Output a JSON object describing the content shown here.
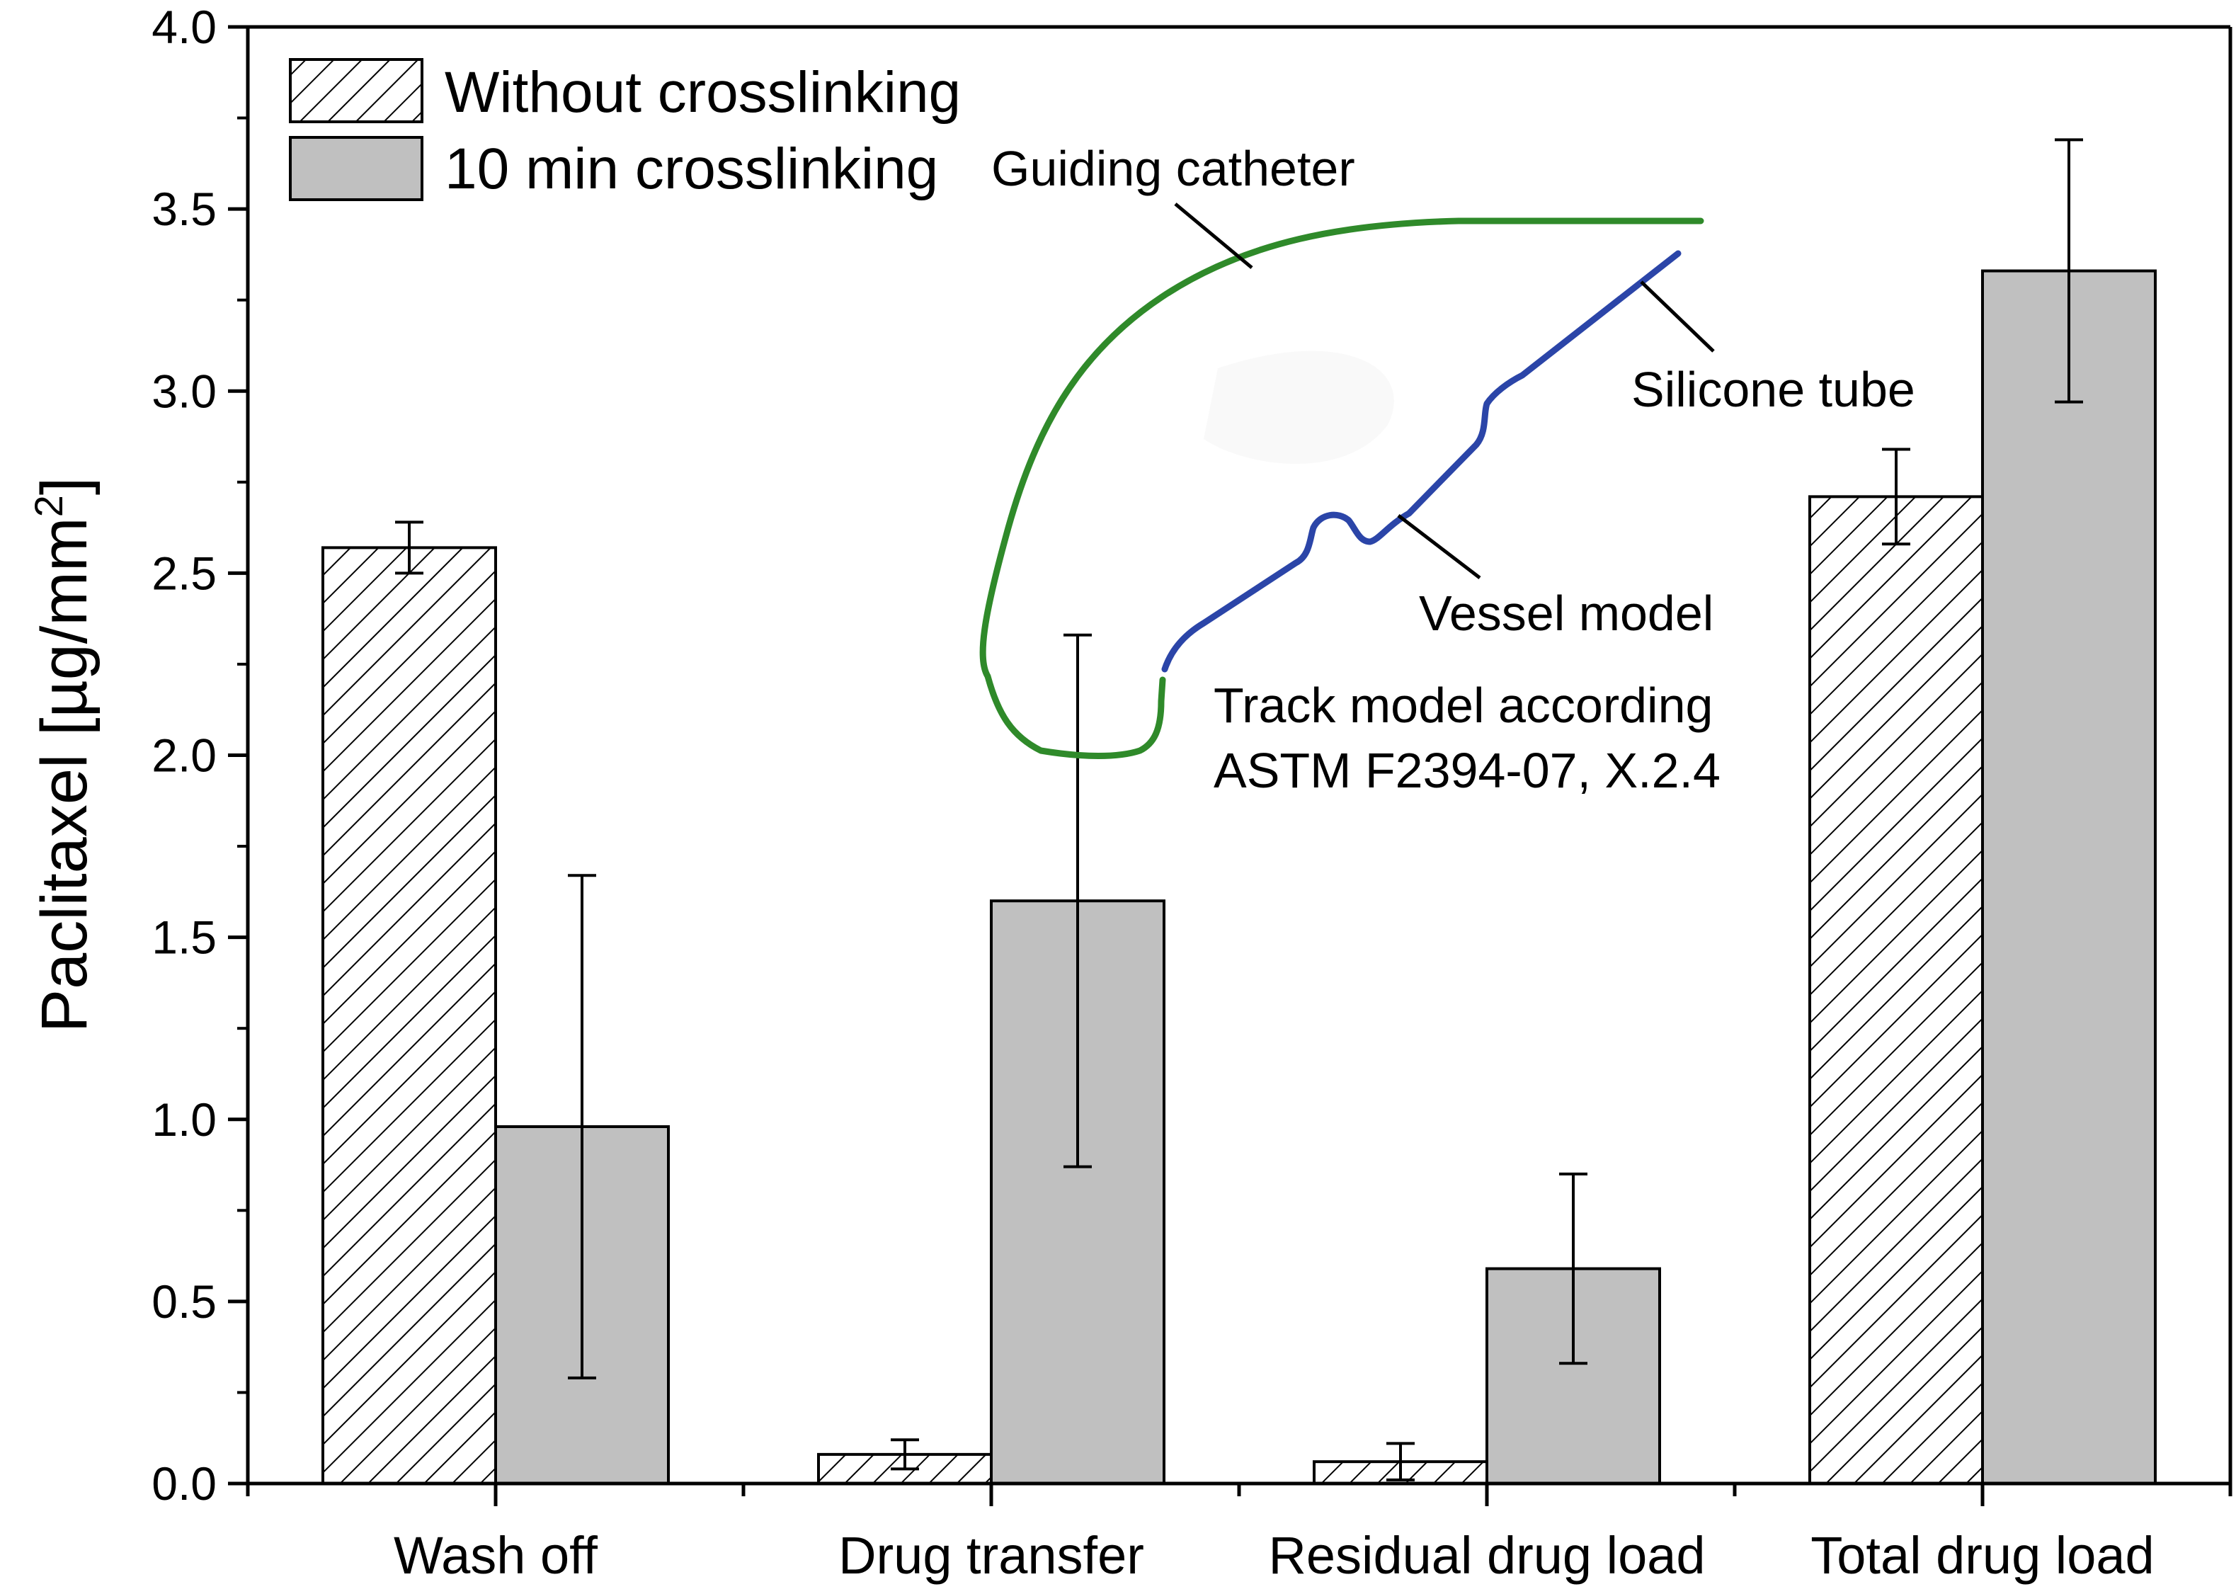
{
  "chart_data": {
    "type": "bar",
    "ylabel": "Paclitaxel [µg/mm",
    "ylabel_sup": "2",
    "ylabel_close": "]",
    "ylim": [
      0,
      4.0
    ],
    "yticks": [
      "0.0",
      "0.5",
      "1.0",
      "1.5",
      "2.0",
      "2.5",
      "3.0",
      "3.5",
      "4.0"
    ],
    "categories": [
      "Wash off",
      "Drug transfer",
      "Residual drug load",
      "Total drug load"
    ],
    "series": [
      {
        "name": "Without crosslinking",
        "fill": "hatched",
        "values": [
          2.57,
          0.08,
          0.06,
          2.71
        ],
        "error": [
          0.07,
          0.04,
          0.05,
          0.13
        ]
      },
      {
        "name": "10 min crosslinking",
        "fill": "#c0c0c0",
        "values": [
          0.98,
          1.6,
          0.59,
          3.33
        ],
        "error": [
          0.69,
          0.73,
          0.26,
          0.36
        ]
      }
    ],
    "legend_position": "top-left",
    "grid": false,
    "inset": {
      "labels": {
        "guiding_catheter": "Guiding catheter",
        "silicone_tube": "Silicone tube",
        "vessel_model": "Vessel model",
        "track_line1": "Track model according",
        "track_line2": "ASTM F2394-07,  X.2.4"
      },
      "catheter_color": "#2f8a2a",
      "vessel_color": "#2b45a8"
    }
  }
}
